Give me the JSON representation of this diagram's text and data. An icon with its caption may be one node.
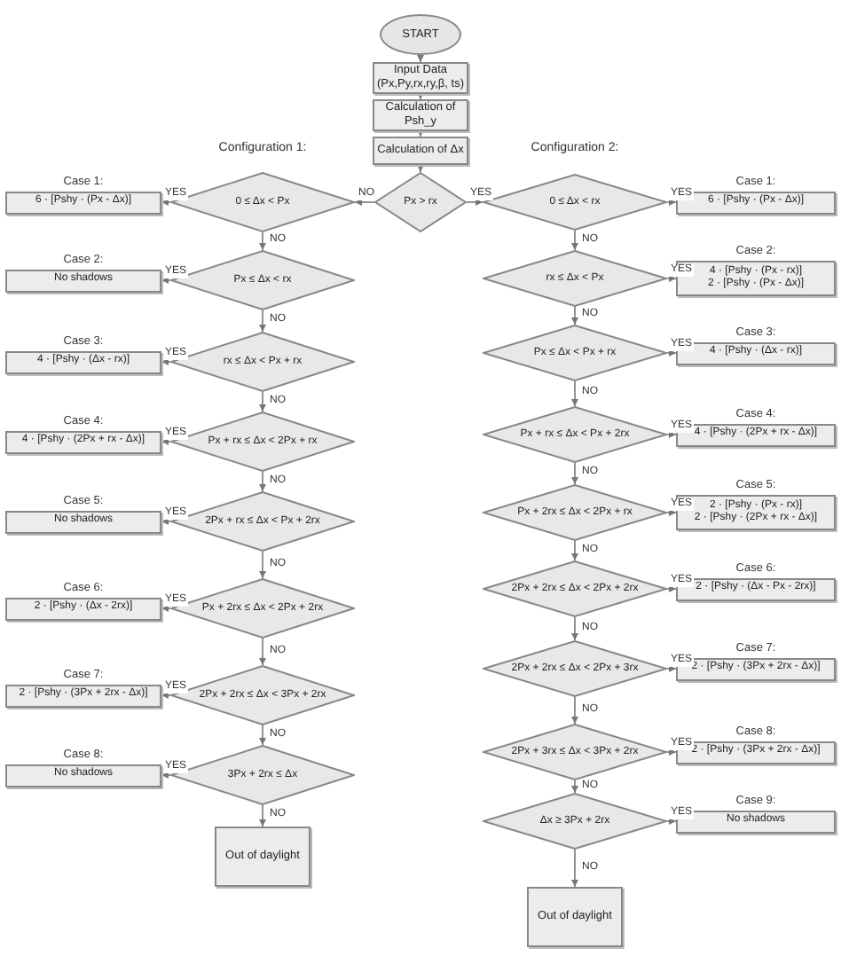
{
  "diagram": {
    "nodes": [
      {
        "text": [
          "START"
        ]
      },
      {
        "text": [
          "Input Data (Px,Py,rx,ry,β, ts)"
        ]
      },
      {
        "text": [
          "Calculation of Psh_y"
        ]
      },
      {
        "text": [
          "Calculation of Δx"
        ]
      },
      {
        "text": [
          "Px > rx"
        ]
      },
      {
        "text": [
          "0 ≤ Δx < Px"
        ]
      },
      {
        "text": [
          "Case 1:",
          "6 · [Pshy · (Px - Δx)]"
        ]
      },
      {
        "text": [
          "Px ≤ Δx < rx"
        ]
      },
      {
        "text": [
          "Case 2:",
          "No shadows"
        ]
      },
      {
        "text": [
          "rx ≤ Δx < Px + rx"
        ]
      },
      {
        "text": [
          "Case 3:",
          "4 · [Pshy · (Δx - rx)]"
        ]
      },
      {
        "text": [
          "Px + rx ≤ Δx < 2Px + rx"
        ]
      },
      {
        "text": [
          "Case 4:",
          "4 · [Pshy · (2Px + rx - Δx)]"
        ]
      },
      {
        "text": [
          "2Px + rx ≤ Δx < Px + 2rx"
        ]
      },
      {
        "text": [
          "Case 5:",
          "No shadows"
        ]
      },
      {
        "text": [
          "Px + 2rx ≤ Δx < 2Px + 2rx"
        ]
      },
      {
        "text": [
          "Case 6:",
          "2 · [Pshy · (Δx - 2rx)]"
        ]
      },
      {
        "text": [
          "2Px + 2rx ≤ Δx < 3Px + 2rx"
        ]
      },
      {
        "text": [
          "Case 7:",
          "2 · [Pshy · (3Px + 2rx - Δx)]"
        ]
      },
      {
        "text": [
          "3Px + 2rx ≤ Δx"
        ]
      },
      {
        "text": [
          "Case 8:",
          "No shadows"
        ]
      },
      {
        "text": [
          "Out of daylight"
        ]
      },
      {
        "text": [
          "0 ≤ Δx < rx"
        ]
      },
      {
        "text": [
          "Case 1:",
          "6 · [Pshy · (Px - Δx)]"
        ]
      },
      {
        "text": [
          "rx ≤ Δx < Px"
        ]
      },
      {
        "text": [
          "Case 2:",
          "4 · [Pshy · (Px - rx)]",
          "2 · [Pshy · (Px - Δx)]"
        ]
      },
      {
        "text": [
          "Px ≤ Δx < Px + rx"
        ]
      },
      {
        "text": [
          "Case 3:",
          "4 · [Pshy · (Δx - rx)]"
        ]
      },
      {
        "text": [
          "Px + rx ≤ Δx < Px + 2rx"
        ]
      },
      {
        "text": [
          "Case 4:",
          "4 · [Pshy · (2Px + rx - Δx)]"
        ]
      },
      {
        "text": [
          "Px + 2rx ≤ Δx < 2Px + rx"
        ]
      },
      {
        "text": [
          "Case 5:",
          "2 · [Pshy · (Px - rx)]",
          "2 · [Pshy · (2Px + rx - Δx)]"
        ]
      },
      {
        "text": [
          "2Px + 2rx ≤ Δx < 2Px + 2rx"
        ]
      },
      {
        "text": [
          "Case 6:",
          "2 · [Pshy · (Δx - Px - 2rx)]"
        ]
      },
      {
        "text": [
          "2Px + 2rx ≤ Δx < 2Px + 3rx"
        ]
      },
      {
        "text": [
          "Case 7:",
          "2 · [Pshy · (3Px + 2rx - Δx)]"
        ]
      },
      {
        "text": [
          "2Px + 3rx ≤ Δx < 3Px + 2rx"
        ]
      },
      {
        "text": [
          "Case 8:",
          "2 · [Pshy · (3Px + 2rx - Δx)]"
        ]
      },
      {
        "text": [
          "Δx ≥ 3Px + 2rx"
        ]
      },
      {
        "text": [
          "Case 9:",
          "No shadows"
        ]
      },
      {
        "text": [
          "Out of daylight"
        ]
      }
    ],
    "edges": [
      {
        "from": 0,
        "to": 1,
        "arrow": "to"
      },
      {
        "from": 1,
        "to": 2,
        "arrow": "to"
      },
      {
        "from": 2,
        "to": 3,
        "arrow": "to"
      },
      {
        "from": 3,
        "to": 4,
        "arrow": "to"
      },
      {
        "from": 4,
        "to": 5,
        "arrow": "to",
        "label": "NO"
      },
      {
        "from": 4,
        "to": 22,
        "arrow": "to",
        "label": "YES"
      },
      {
        "from": 5,
        "to": 6,
        "arrow": "to",
        "label": "YES"
      },
      {
        "from": 5,
        "to": 7,
        "arrow": "to",
        "label": "NO"
      },
      {
        "from": 7,
        "to": 8,
        "arrow": "to",
        "label": "YES"
      },
      {
        "from": 7,
        "to": 9,
        "arrow": "to",
        "label": "NO"
      },
      {
        "from": 9,
        "to": 10,
        "arrow": "to",
        "label": "YES"
      },
      {
        "from": 9,
        "to": 11,
        "arrow": "to",
        "label": "NO"
      },
      {
        "from": 11,
        "to": 12,
        "arrow": "to",
        "label": "YES"
      },
      {
        "from": 11,
        "to": 13,
        "arrow": "to",
        "label": "NO"
      },
      {
        "from": 13,
        "to": 14,
        "arrow": "to",
        "label": "YES"
      },
      {
        "from": 13,
        "to": 15,
        "arrow": "to",
        "label": "NO"
      },
      {
        "from": 15,
        "to": 16,
        "arrow": "to",
        "label": "YES"
      },
      {
        "from": 15,
        "to": 17,
        "arrow": "to",
        "label": "NO"
      },
      {
        "from": 17,
        "to": 18,
        "arrow": "to",
        "label": "YES"
      },
      {
        "from": 17,
        "to": 19,
        "arrow": "to",
        "label": "NO"
      },
      {
        "from": 19,
        "to": 20,
        "arrow": "to",
        "label": "YES"
      },
      {
        "from": 19,
        "to": 21,
        "arrow": "to",
        "label": "NO"
      },
      {
        "from": 22,
        "to": 23,
        "arrow": "to",
        "label": "YES"
      },
      {
        "from": 22,
        "to": 24,
        "arrow": "to",
        "label": "NO"
      },
      {
        "from": 24,
        "to": 25,
        "arrow": "to",
        "label": "YES"
      },
      {
        "from": 24,
        "to": 26,
        "arrow": "to",
        "label": "NO"
      },
      {
        "from": 26,
        "to": 27,
        "arrow": "to",
        "label": "YES"
      },
      {
        "from": 26,
        "to": 28,
        "arrow": "to",
        "label": "NO"
      },
      {
        "from": 28,
        "to": 29,
        "arrow": "to",
        "label": "YES"
      },
      {
        "from": 28,
        "to": 30,
        "arrow": "to",
        "label": "NO"
      },
      {
        "from": 30,
        "to": 31,
        "arrow": "to",
        "label": "YES"
      },
      {
        "from": 30,
        "to": 32,
        "arrow": "to",
        "label": "NO"
      },
      {
        "from": 32,
        "to": 33,
        "arrow": "to",
        "label": "YES"
      },
      {
        "from": 32,
        "to": 34,
        "arrow": "to",
        "label": "NO"
      },
      {
        "from": 34,
        "to": 35,
        "arrow": "to",
        "label": "YES"
      },
      {
        "from": 34,
        "to": 36,
        "arrow": "to",
        "label": "NO"
      },
      {
        "from": 36,
        "to": 37,
        "arrow": "to",
        "label": "YES"
      },
      {
        "from": 36,
        "to": 38,
        "arrow": "to",
        "label": "NO"
      },
      {
        "from": 38,
        "to": 39,
        "arrow": "to",
        "label": "YES"
      },
      {
        "from": 38,
        "to": 40,
        "arrow": "to",
        "label": "NO"
      }
    ],
    "labels": [
      "Configuration 1:",
      "Configuration 2:"
    ]
  }
}
